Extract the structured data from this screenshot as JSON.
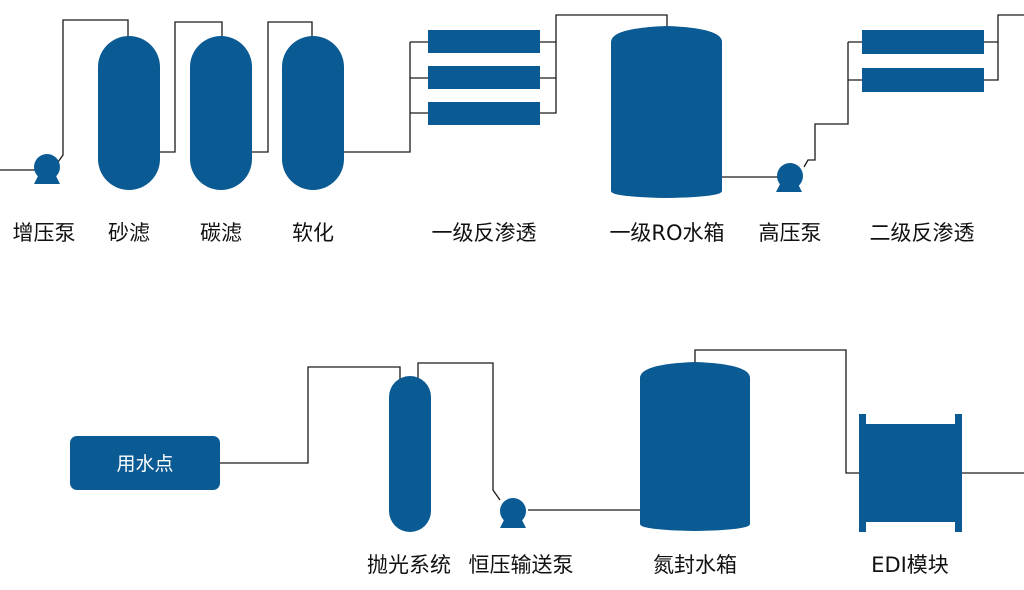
{
  "colors": {
    "equipment": "#0a5a94",
    "pipe": "#1a1a1a",
    "background": "#ffffff",
    "label_on_equipment": "#ffffff"
  },
  "labels": {
    "booster_pump": "增压泵",
    "sand_filter": "砂滤",
    "carbon_filter": "碳滤",
    "softener": "软化",
    "ro_stage1": "一级反渗透",
    "ro_tank": "一级RO水箱",
    "high_pressure_pump": "高压泵",
    "ro_stage2": "二级反渗透",
    "use_point": "用水点",
    "polishing_system": "抛光系统",
    "constant_pressure_pump": "恒压输送泵",
    "nitrogen_tank": "氮封水箱",
    "edi_module": "EDI模块"
  }
}
